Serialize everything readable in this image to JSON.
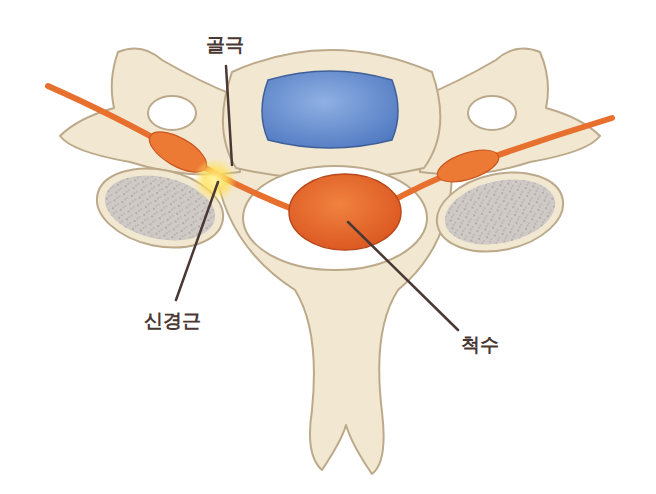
{
  "diagram": {
    "labels": [
      "골극",
      "신경근",
      "척수"
    ]
  }
}
